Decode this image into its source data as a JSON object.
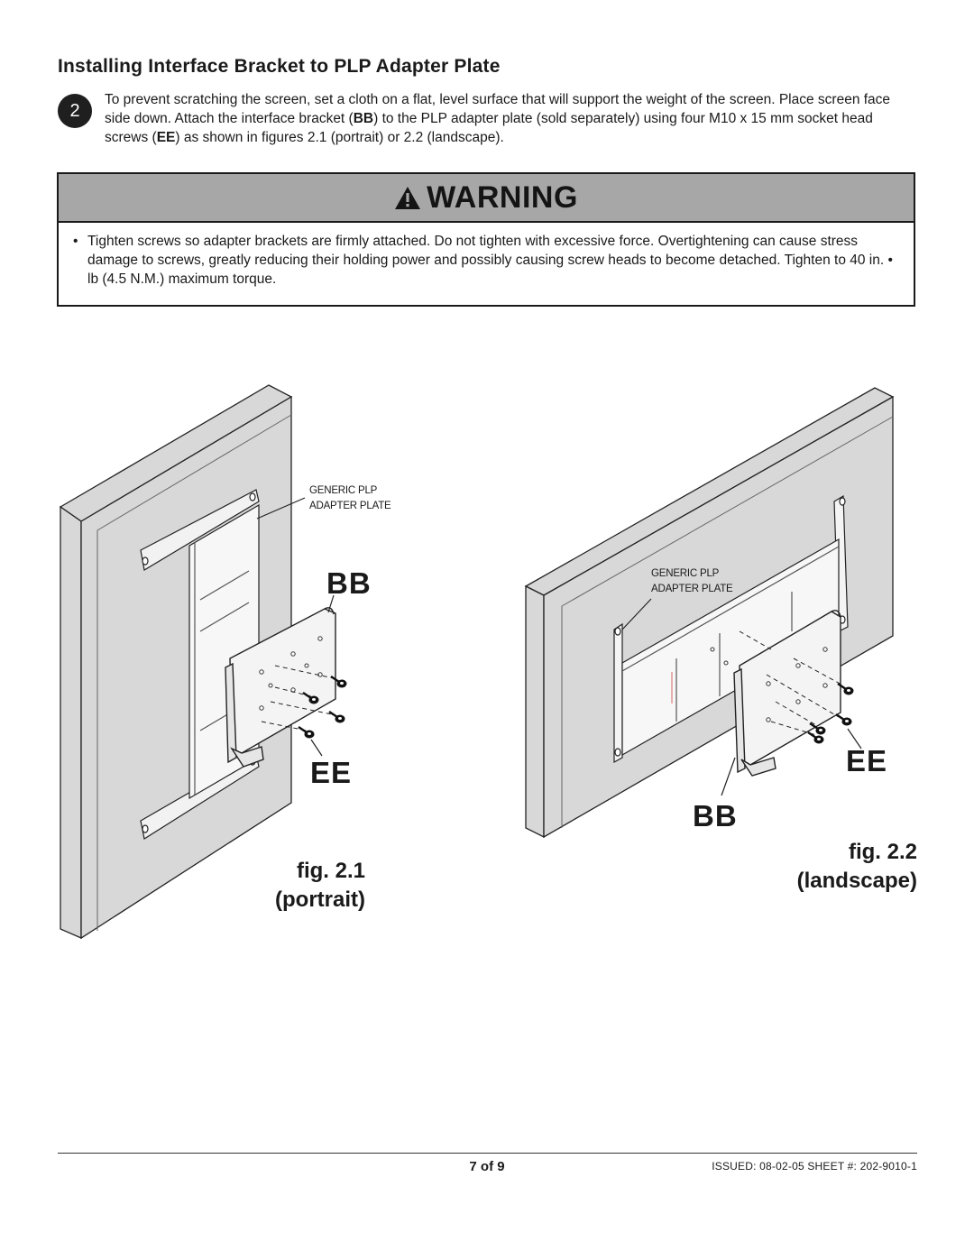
{
  "section": {
    "title": "Installing Interface Bracket to PLP Adapter Plate",
    "step_number": "2",
    "step_text_1": "To prevent scratching the screen, set a cloth on a flat, level surface that will support the weight of the screen. Place screen face side down. Attach the interface bracket (",
    "step_bb": "BB",
    "step_text_2": ") to the PLP adapter plate (sold separately) using four M10 x 15 mm socket head screws (",
    "step_ee": "EE",
    "step_text_3": ") as shown in figures 2.1 (portrait) or 2.2 (landscape)."
  },
  "warning": {
    "title": "WARNING",
    "bullet": "•",
    "text": "Tighten screws so adapter brackets are firmly attached. Do not tighten with excessive force. Overtightening can cause stress damage to screws, greatly reducing their holding power and possibly causing screw heads to become detached. Tighten to 40 in. • lb (4.5 N.M.) maximum torque."
  },
  "figures": {
    "fig1": {
      "plate_label_1": "GENERIC PLP",
      "plate_label_2": "ADAPTER PLATE",
      "bracket_label": "BB",
      "screw_label": "EE",
      "caption_1": "fig.  2.1",
      "caption_2": "(portrait)"
    },
    "fig2": {
      "plate_label_1": "GENERIC PLP",
      "plate_label_2": "ADAPTER PLATE",
      "bracket_label": "BB",
      "screw_label": "EE",
      "caption_1": "fig.  2.2",
      "caption_2": "(landscape)"
    }
  },
  "footer": {
    "page": "7 of 9",
    "issued": "ISSUED: 08-02-05  SHEET #: 202-9010-1"
  },
  "icons": [
    "warning-triangle-icon"
  ]
}
